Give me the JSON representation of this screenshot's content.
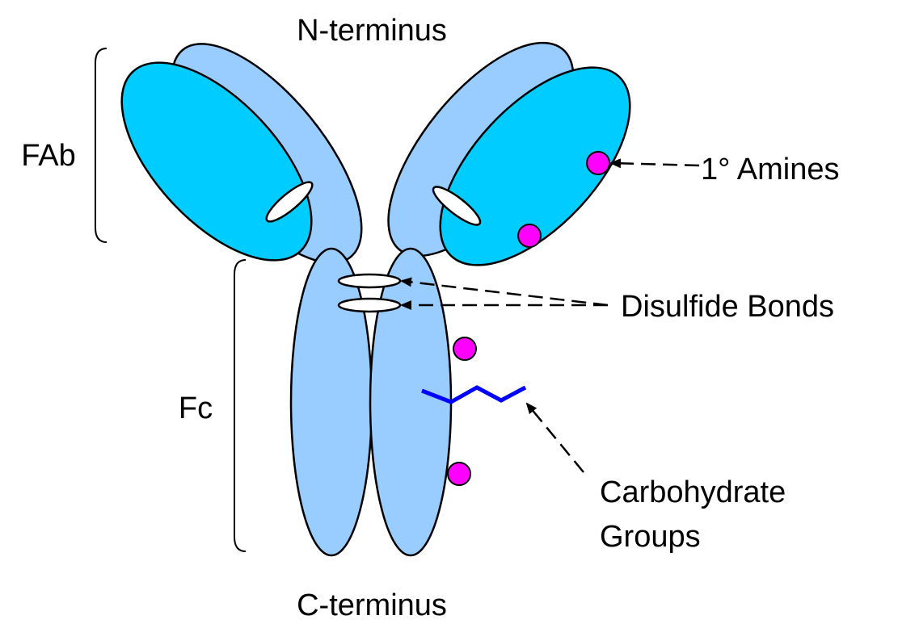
{
  "labels": {
    "n_terminus": "N-terminus",
    "c_terminus": "C-terminus",
    "fab": "FAb",
    "fc": "Fc",
    "amines": "1° Amines",
    "disulfide": "Disulfide Bonds",
    "carbohydrate_line1": "Carbohydrate",
    "carbohydrate_line2": "Groups"
  },
  "colors": {
    "light_blue": "#99ccff",
    "cyan": "#00ccff",
    "magenta": "#ff00ff",
    "carbohydrate_blue": "#0000ff",
    "outline": "#000000",
    "bond_fill": "#ffffff"
  }
}
